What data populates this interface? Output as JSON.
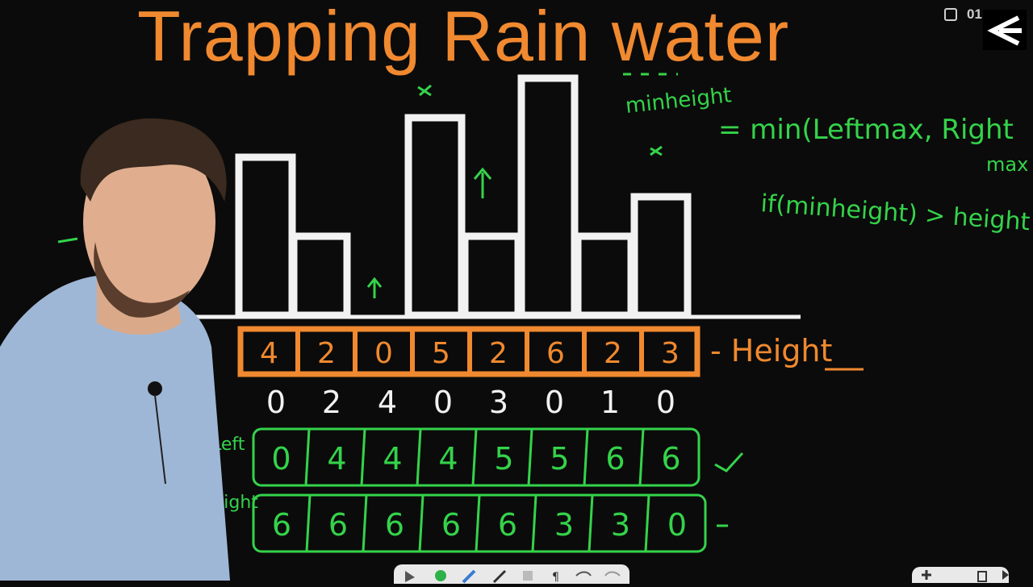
{
  "title": "Trapping Rain water",
  "corner": {
    "time_fragment": "01"
  },
  "heights": [
    4,
    2,
    0,
    5,
    2,
    6,
    2,
    3
  ],
  "height_label": "- Height",
  "water_values": [
    "0",
    "2",
    "4",
    "0",
    "3",
    "0",
    "1",
    "0"
  ],
  "left_max": {
    "label": "Left",
    "values": [
      "0",
      "4",
      "4",
      "4",
      "5",
      "5",
      "6",
      "6"
    ]
  },
  "right_max": {
    "label": "Right",
    "values": [
      "6",
      "6",
      "6",
      "6",
      "6",
      "3",
      "3",
      "0"
    ]
  },
  "formula_line1": "minheight",
  "formula_line2": "= min(Leftmax, Right",
  "formula_line2b": "max",
  "formula_line3": "if(minheight) > height",
  "colors": {
    "orange": "#f0892f",
    "green": "#34d34a",
    "white": "#f2f2f2",
    "board": "#0b0b0b"
  }
}
